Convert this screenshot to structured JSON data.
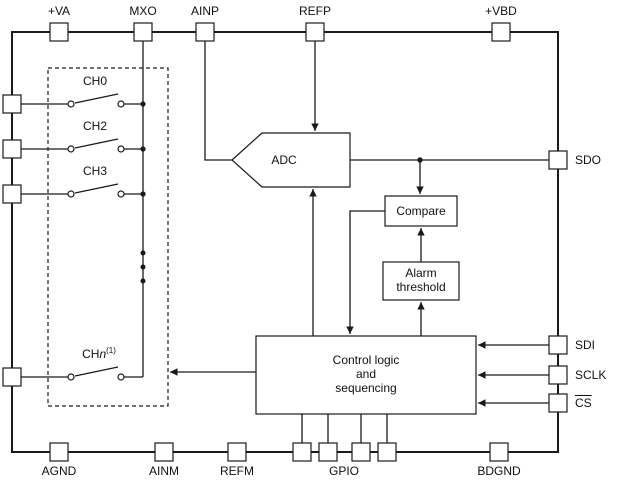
{
  "colors": {
    "line": "#1a1a1a",
    "background": "#ffffff"
  },
  "pins": {
    "top": [
      {
        "label": "+VA"
      },
      {
        "label": "MXO"
      },
      {
        "label": "AINP"
      },
      {
        "label": "REFP"
      },
      {
        "label": "+VBD"
      }
    ],
    "right": [
      {
        "label": "SDO"
      },
      {
        "label": "SDI"
      },
      {
        "label": "SCLK"
      },
      {
        "label": "CS",
        "overline": true
      }
    ],
    "bottom": [
      {
        "label": "AGND"
      },
      {
        "label": "AINM"
      },
      {
        "label": "REFM"
      },
      {
        "label": "GPIO"
      },
      {
        "label": "BDGND"
      }
    ]
  },
  "mux": {
    "channels": [
      {
        "label": "CH0"
      },
      {
        "label": "CH2"
      },
      {
        "label": "CH3"
      }
    ],
    "last_channel": {
      "prefix": "CH",
      "var": "n",
      "note": "(1)"
    }
  },
  "blocks": {
    "adc": {
      "label": "ADC"
    },
    "compare": {
      "label": "Compare"
    },
    "alarm": {
      "line1": "Alarm",
      "line2": "threshold"
    },
    "control": {
      "line1": "Control logic",
      "line2": "and",
      "line3": "sequencing"
    }
  }
}
